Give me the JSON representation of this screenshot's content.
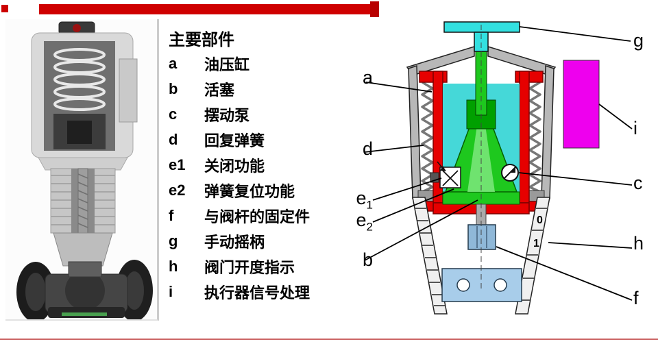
{
  "slide": {
    "accent": "#cc0000",
    "bottom_rule_color": "#cc6666"
  },
  "legend": {
    "title": "主要部件",
    "items": [
      {
        "key": "a",
        "label": "油压缸"
      },
      {
        "key": "b",
        "label": "活塞"
      },
      {
        "key": "c",
        "label": "摆动泵"
      },
      {
        "key": "d",
        "label": "回复弹簧"
      },
      {
        "key": "e1",
        "label": "关闭功能"
      },
      {
        "key": "e2",
        "label": "弹簧复位功能"
      },
      {
        "key": "f",
        "label": "与阀杆的固定件"
      },
      {
        "key": "g",
        "label": "手动摇柄"
      },
      {
        "key": "h",
        "label": "阀门开度指示"
      },
      {
        "key": "i",
        "label": "执行器信号处理"
      }
    ]
  },
  "diagram": {
    "labels_left": [
      {
        "text": "a",
        "sub": ""
      },
      {
        "text": "d",
        "sub": ""
      },
      {
        "text": "e",
        "sub": "1"
      },
      {
        "text": "e",
        "sub": "2"
      },
      {
        "text": "b",
        "sub": ""
      }
    ],
    "labels_right": [
      {
        "text": "g"
      },
      {
        "text": "i"
      },
      {
        "text": "c"
      },
      {
        "text": "h"
      },
      {
        "text": "f"
      }
    ],
    "scale": {
      "top": "0",
      "bottom": "1"
    },
    "colors": {
      "red": "#e60000",
      "cyan": "#33e0e0",
      "fluid": "#45d8d8",
      "green": "#1ec81e",
      "dark_green": "#00a000",
      "magenta": "#ee00ee",
      "steel_blue": "#8fb8d8",
      "plate_blue": "#a8cdea",
      "housing_gray": "#b8b8b8"
    }
  }
}
